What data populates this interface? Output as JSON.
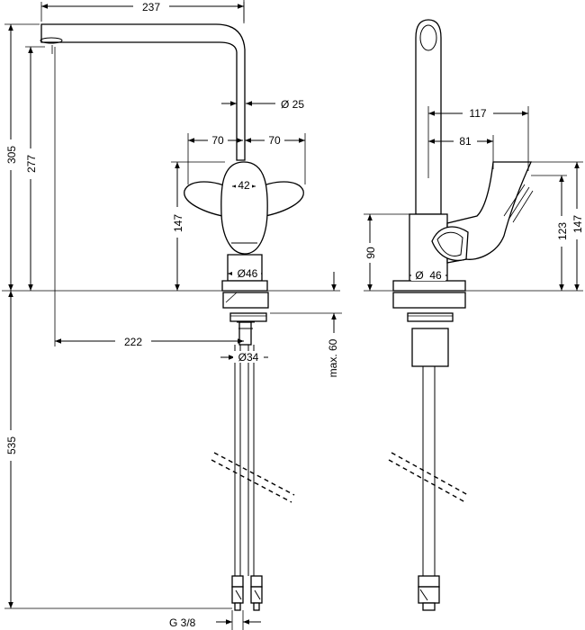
{
  "front_view": {
    "dimensions": {
      "spout_reach_top": "237",
      "spout_diameter": "Ø 25",
      "handle_left": "70",
      "handle_right": "70",
      "handle_diameter": "42",
      "handle_height": "147",
      "base_diameter": "Ø46",
      "total_height": "305",
      "spout_height": "277",
      "spout_reach_bottom": "222",
      "shank_diameter": "Ø34",
      "max_thickness": "max. 60",
      "hose_length": "535",
      "hose_thread": "G 3/8"
    }
  },
  "side_view": {
    "dimensions": {
      "lever_reach_outer": "117",
      "lever_reach_inner": "81",
      "body_height": "90",
      "base_diameter": "Ø  46",
      "lever_height_inner": "123",
      "lever_height_outer": "147"
    }
  }
}
